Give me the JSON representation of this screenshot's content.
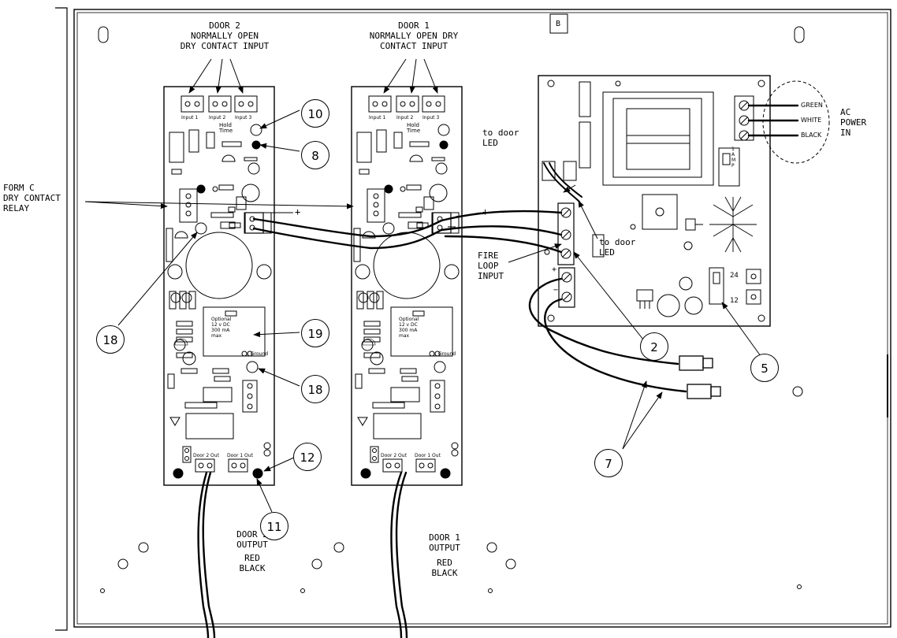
{
  "labels": {
    "door2_input": [
      "DOOR 2",
      "NORMALLY OPEN",
      "DRY CONTACT INPUT"
    ],
    "door1_input": [
      "DOOR 1",
      "NORMALLY OPEN DRY",
      "CONTACT INPUT"
    ],
    "form_c": [
      "FORM C",
      "DRY CONTACT",
      "RELAY"
    ],
    "to_door_led_top": [
      "to door",
      "LED"
    ],
    "to_door_led_mid": [
      "to door",
      "LED"
    ],
    "fire_loop": [
      "FIRE",
      "LOOP",
      "INPUT"
    ],
    "ac_power": [
      "AC",
      "POWER",
      "IN"
    ],
    "door2_output": [
      "DOOR 2",
      "OUTPUT",
      "RED",
      "BLACK"
    ],
    "door1_output": [
      "DOOR 1",
      "OUTPUT",
      "RED",
      "BLACK"
    ],
    "wire_colors": [
      "GREEN",
      "WHITE",
      "BLACK"
    ],
    "fuse_label": [
      "1",
      "A",
      "M",
      "P"
    ],
    "voltage_select": [
      "24",
      "12"
    ],
    "enclosure_mark": "B"
  },
  "callouts": [
    "10",
    "8",
    "18",
    "19",
    "18",
    "12",
    "11",
    "2",
    "5",
    "7"
  ],
  "board_text": {
    "input1": "Input 1",
    "input2": "Input 2",
    "input3": "Input 3",
    "hold_time": [
      "Hold",
      "Time"
    ],
    "optional": [
      "Optional",
      "12 v DC",
      "300 mA",
      "max"
    ],
    "ground": "Ground",
    "door2_out": "Door 2 Out",
    "door1_out": "Door 1 Out"
  }
}
